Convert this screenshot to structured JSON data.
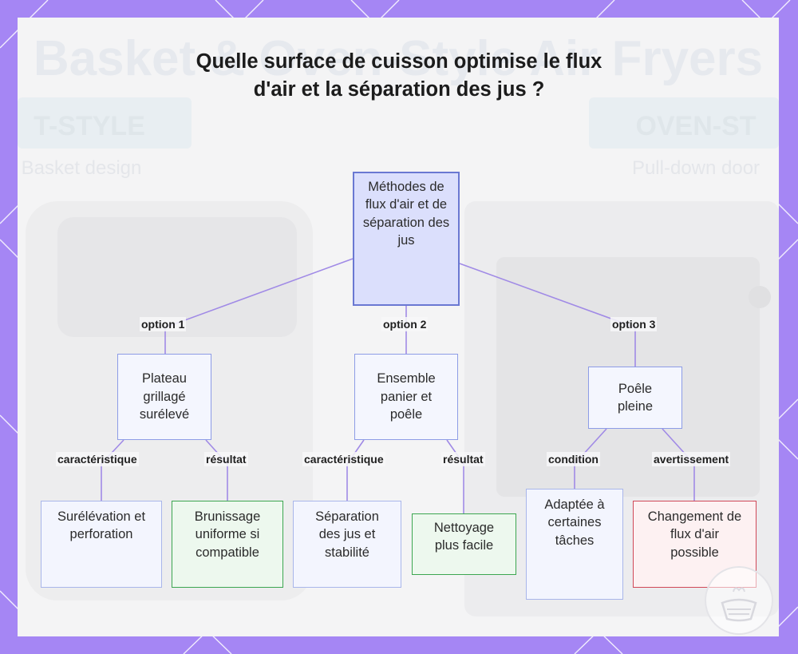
{
  "title": "Quelle surface de cuisson optimise le flux d'air et la séparation des jus ?",
  "background": {
    "headline": "Basket & Oven-Style Air Fryers",
    "left_tag": "T-STYLE",
    "left_sub": "Basket design",
    "right_tag": "OVEN-ST",
    "right_sub": "Pull-down door"
  },
  "nodes": {
    "root": "Méthodes de flux d'air et de séparation des jus",
    "opt1": "Plateau grillagé surélevé",
    "opt2": "Ensemble panier et poêle",
    "opt3": "Poêle pleine",
    "leaf1a": "Surélévation et perforation",
    "leaf1b": "Brunissage uniforme si compatible",
    "leaf2a": "Séparation des jus et stabilité",
    "leaf2b": "Nettoyage plus facile",
    "leaf3a": "Adaptée à certaines tâches",
    "leaf3b": "Changement de flux d'air possible"
  },
  "edge_labels": {
    "option1": "option 1",
    "option2": "option 2",
    "option3": "option 3",
    "l1a": "caractéristique",
    "l1b": "résultat",
    "l2a": "caractéristique",
    "l2b": "résultat",
    "l3a": "condition",
    "l3b": "avertissement"
  },
  "colors": {
    "frame": "#a586f4",
    "edge": "#a08ae6",
    "root_fill": "#dbdffc",
    "ok_border": "#3ca650",
    "warn_border": "#d04858"
  },
  "icons": {
    "badge": "basket-logo-icon"
  }
}
